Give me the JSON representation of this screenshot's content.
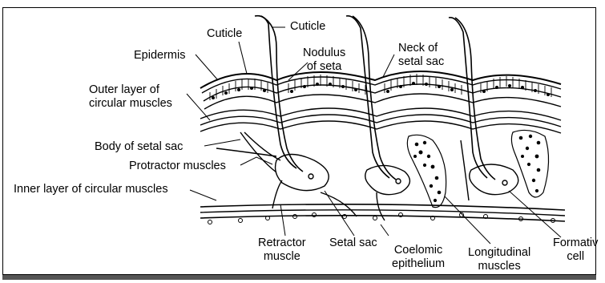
{
  "labels": {
    "cuticle_left": "Cuticle",
    "cuticle_top": "Cuticle",
    "epidermis": "Epidermis",
    "nodulus_of_seta": "Nodulus\nof seta",
    "neck_of_setal_sac": "Neck of\nsetal sac",
    "outer_layer_circular": "Outer layer of\ncircular muscles",
    "body_of_setal_sac": "Body of setal sac",
    "protractor_muscles": "Protractor muscles",
    "inner_layer_circular": "Inner layer of circular muscles",
    "retractor_muscle": "Retractor\nmuscle",
    "setal_sac": "Setal sac",
    "coelomic_epithelium": "Coelomic\nepithelium",
    "longitudinal_muscles": "Longitudinal\nmuscles",
    "formative_cell": "Formativ\ncell"
  }
}
